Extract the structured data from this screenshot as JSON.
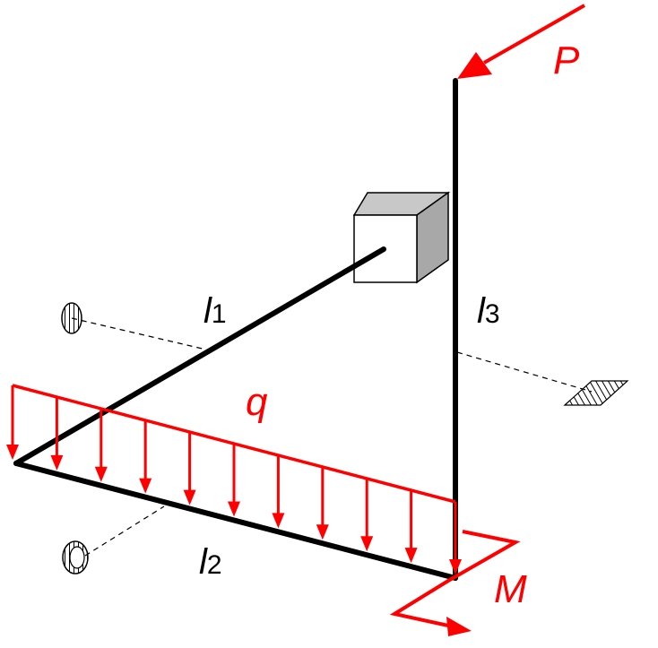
{
  "labels": {
    "force": "P",
    "moment": "M",
    "load": "q",
    "member1": {
      "symbol": "l",
      "subscript": "1"
    },
    "member2": {
      "symbol": "l",
      "subscript": "2"
    },
    "member3": {
      "symbol": "l",
      "subscript": "3"
    }
  },
  "colors": {
    "beam": "#000000",
    "load": "#ff0000",
    "block_front": "#ffffff",
    "block_top": "#c8c8c8",
    "block_side": "#a8a8a8",
    "section_fill": "#d6d6d6"
  },
  "distributed_load": {
    "arrow_count": 11
  },
  "cross_sections": [
    "solid-circle-section",
    "hollow-circle-section",
    "thin-plate-section"
  ]
}
